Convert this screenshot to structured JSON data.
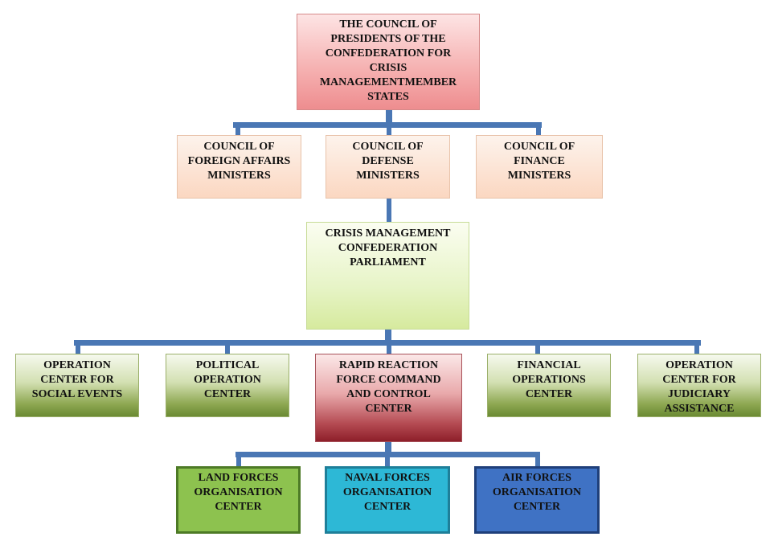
{
  "nodes": {
    "council_presidents": "THE COUNCIL OF\nPRESIDENTS OF THE\nCONFEDERATION FOR\nCRISIS\nMANAGEMENTMEMBER\nSTATES",
    "foreign_affairs": "COUNCIL OF\nFOREIGN AFFAIRS\nMINISTERS",
    "defense": "COUNCIL OF\nDEFENSE\nMINISTERS",
    "finance": "COUNCIL OF\nFINANCE\nMINISTERS",
    "parliament": "CRISIS MANAGEMENT\nCONFEDERATION\nPARLIAMENT",
    "social_events": "OPERATION\nCENTER FOR\nSOCIAL EVENTS",
    "political": "POLITICAL\nOPERATION\nCENTER",
    "rapid_reaction": "RAPID REACTION\nFORCE COMMAND\nAND CONTROL\nCENTER",
    "financial_ops": "FINANCIAL\nOPERATIONS\nCENTER",
    "judiciary": "OPERATION\nCENTER FOR\nJUDICIARY\nASSISTANCE",
    "land_forces": "LAND FORCES\nORGANISATION\nCENTER",
    "naval_forces": "NAVAL FORCES\nORGANISATION\nCENTER",
    "air_forces": "AIR FORCES\nORGANISATION\nCENTER"
  },
  "colors": {
    "connector": "#4a77b4",
    "top_node": "#f6b3b3",
    "council_nodes": "#fbd7c1",
    "parliament_node": "#e7f4c7",
    "operation_nodes": "#8ea852",
    "rapid_reaction_node": "#b44a52",
    "land_forces": "#8dc24f",
    "naval_forces": "#2db8d6",
    "air_forces": "#3f72c4"
  }
}
